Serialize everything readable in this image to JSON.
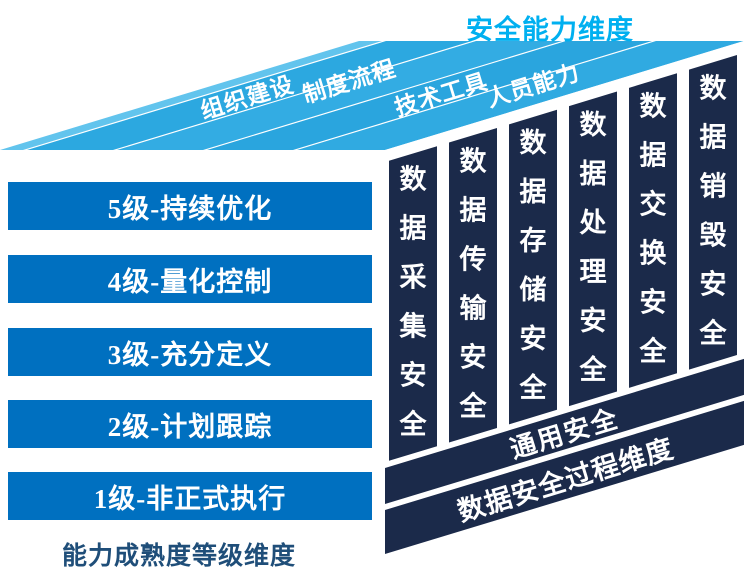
{
  "diagram": {
    "title_top": "安全能力维度",
    "capability_dimension": {
      "stripes": [
        "组织建设",
        "制度流程",
        "技术工具",
        "人员能力"
      ]
    },
    "maturity_dimension": {
      "axis_label": "能力成熟度等级维度",
      "levels": [
        "5级-持续优化",
        "4级-量化控制",
        "3级-充分定义",
        "2级-计划跟踪",
        "1级-非正式执行"
      ]
    },
    "process_dimension": {
      "axis_label": "数据安全过程维度",
      "base_band": "通用安全",
      "pillars": [
        "数据采集安全",
        "数据传输安全",
        "数据存储安全",
        "数据处理安全",
        "数据交换安全",
        "数据销毁安全"
      ]
    },
    "colors": {
      "level_bar_blue": "#0070C0",
      "pillar_navy": "#1B2A4A",
      "top_face_blue": "#2CA8E0",
      "top_face_light_blue": "#62C4ED",
      "title_cyan": "#00B0F0",
      "axis_label_blue": "#1F4E79"
    }
  }
}
